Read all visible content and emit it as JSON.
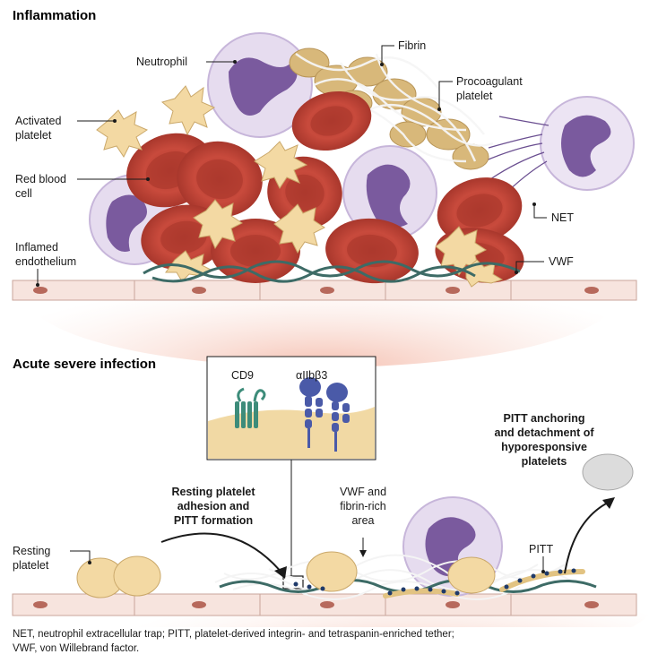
{
  "panel_top": {
    "title": "Inflammation",
    "labels": {
      "neutrophil": "Neutrophil",
      "fibrin": "Fibrin",
      "procoagulant_1": "Procoagulant",
      "procoagulant_2": "platelet",
      "activated_1": "Activated",
      "activated_2": "platelet",
      "rbc_1": "Red blood",
      "rbc_2": "cell",
      "net": "NET",
      "endo_1": "Inflamed",
      "endo_2": "endothelium",
      "vwf": "VWF"
    }
  },
  "panel_bottom": {
    "title": "Acute severe infection",
    "inset": {
      "cd9": "CD9",
      "integrin": "αIIbβ3"
    },
    "labels": {
      "anchoring_1": "PITT anchoring",
      "anchoring_2": "and detachment of",
      "anchoring_3": "hyporesponsive",
      "anchoring_4": "platelets",
      "resting_adh_1": "Resting platelet",
      "resting_adh_2": "adhesion and",
      "resting_adh_3": "PITT formation",
      "vwf_area_1": "VWF and",
      "vwf_area_2": "fibrin-rich",
      "vwf_area_3": "area",
      "resting_1": "Resting",
      "resting_2": "platelet",
      "pitt": "PITT"
    }
  },
  "footnote": {
    "line1": "NET, neutrophil extracellular trap; PITT, platelet-derived integrin- and tetraspanin-enriched tether;",
    "line2": "VWF, von Willebrand factor."
  },
  "colors": {
    "rbc": "#c9473a",
    "rbc_inner": "#a8372c",
    "platelet": "#f3d9a3",
    "procoagulant": "#d8b87a",
    "neutrophil": "#e6dcef",
    "nucleus": "#7a5a9e",
    "endothelium": "#f6e3dd",
    "vwf": "#3d6b66",
    "cd9": "#3d8c7a",
    "integrin": "#4a5aa8"
  }
}
